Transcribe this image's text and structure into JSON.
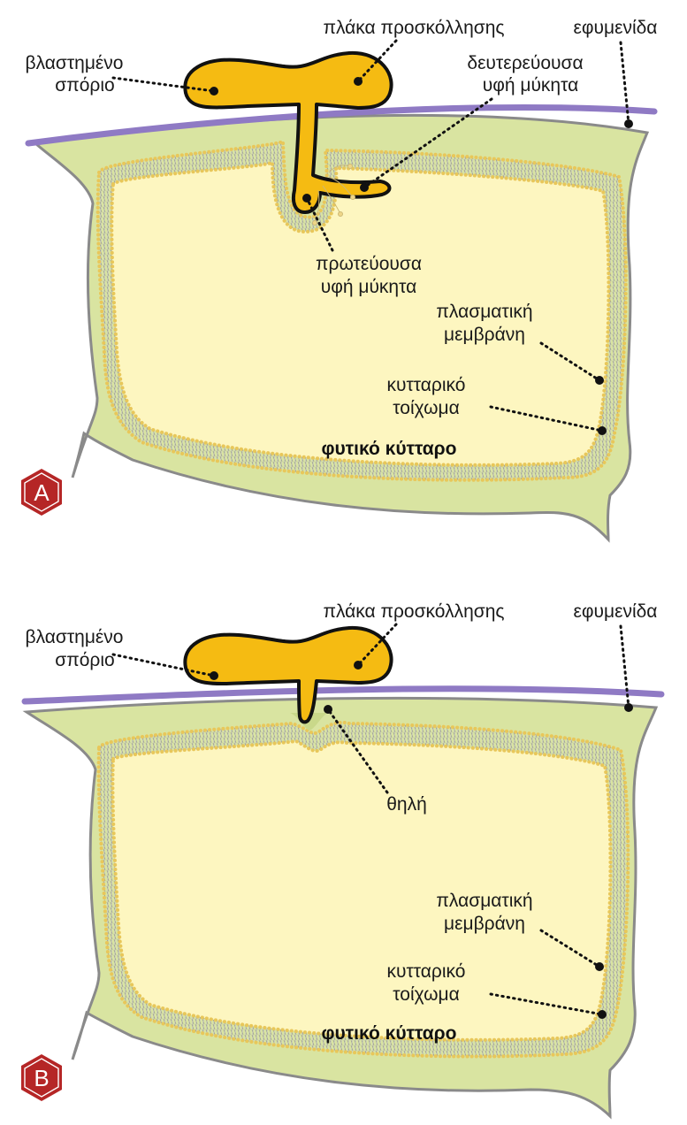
{
  "colors": {
    "cell_wall": "#d9e4a1",
    "cell_wall_stroke": "#8a8a8a",
    "cytoplasm": "#fdf6c0",
    "membrane_head": "#e8c75a",
    "cuticle": "#8f7ac4",
    "fungus_fill": "#f5bb12",
    "fungus_stroke": "#111111",
    "badge": "#b52626"
  },
  "panels": [
    {
      "badge": "A",
      "cell_label": "φυτικό κύτταρο",
      "labels": {
        "spore": [
          "βλαστημένο",
          "σπόριο"
        ],
        "appressorium": "πλάκα προσκόλλησης",
        "cuticle": "εφυμενίδα",
        "secondary_hypha": [
          "δευτερεύουσα",
          "υφή μύκητα"
        ],
        "primary_hypha": [
          "πρωτεύουσα",
          "υφή μύκητα"
        ],
        "plasma_membrane": [
          "πλασματική",
          "μεμβράνη"
        ],
        "cell_wall": [
          "κυτταρικό",
          "τοίχωμα"
        ]
      }
    },
    {
      "badge": "B",
      "cell_label": "φυτικό κύτταρο",
      "labels": {
        "spore": [
          "βλαστημένο",
          "σπόριο"
        ],
        "appressorium": "πλάκα προσκόλλησης",
        "cuticle": "εφυμενίδα",
        "papilla": "θηλή",
        "plasma_membrane": [
          "πλασματική",
          "μεμβράνη"
        ],
        "cell_wall": [
          "κυτταρικό",
          "τοίχωμα"
        ]
      }
    }
  ]
}
